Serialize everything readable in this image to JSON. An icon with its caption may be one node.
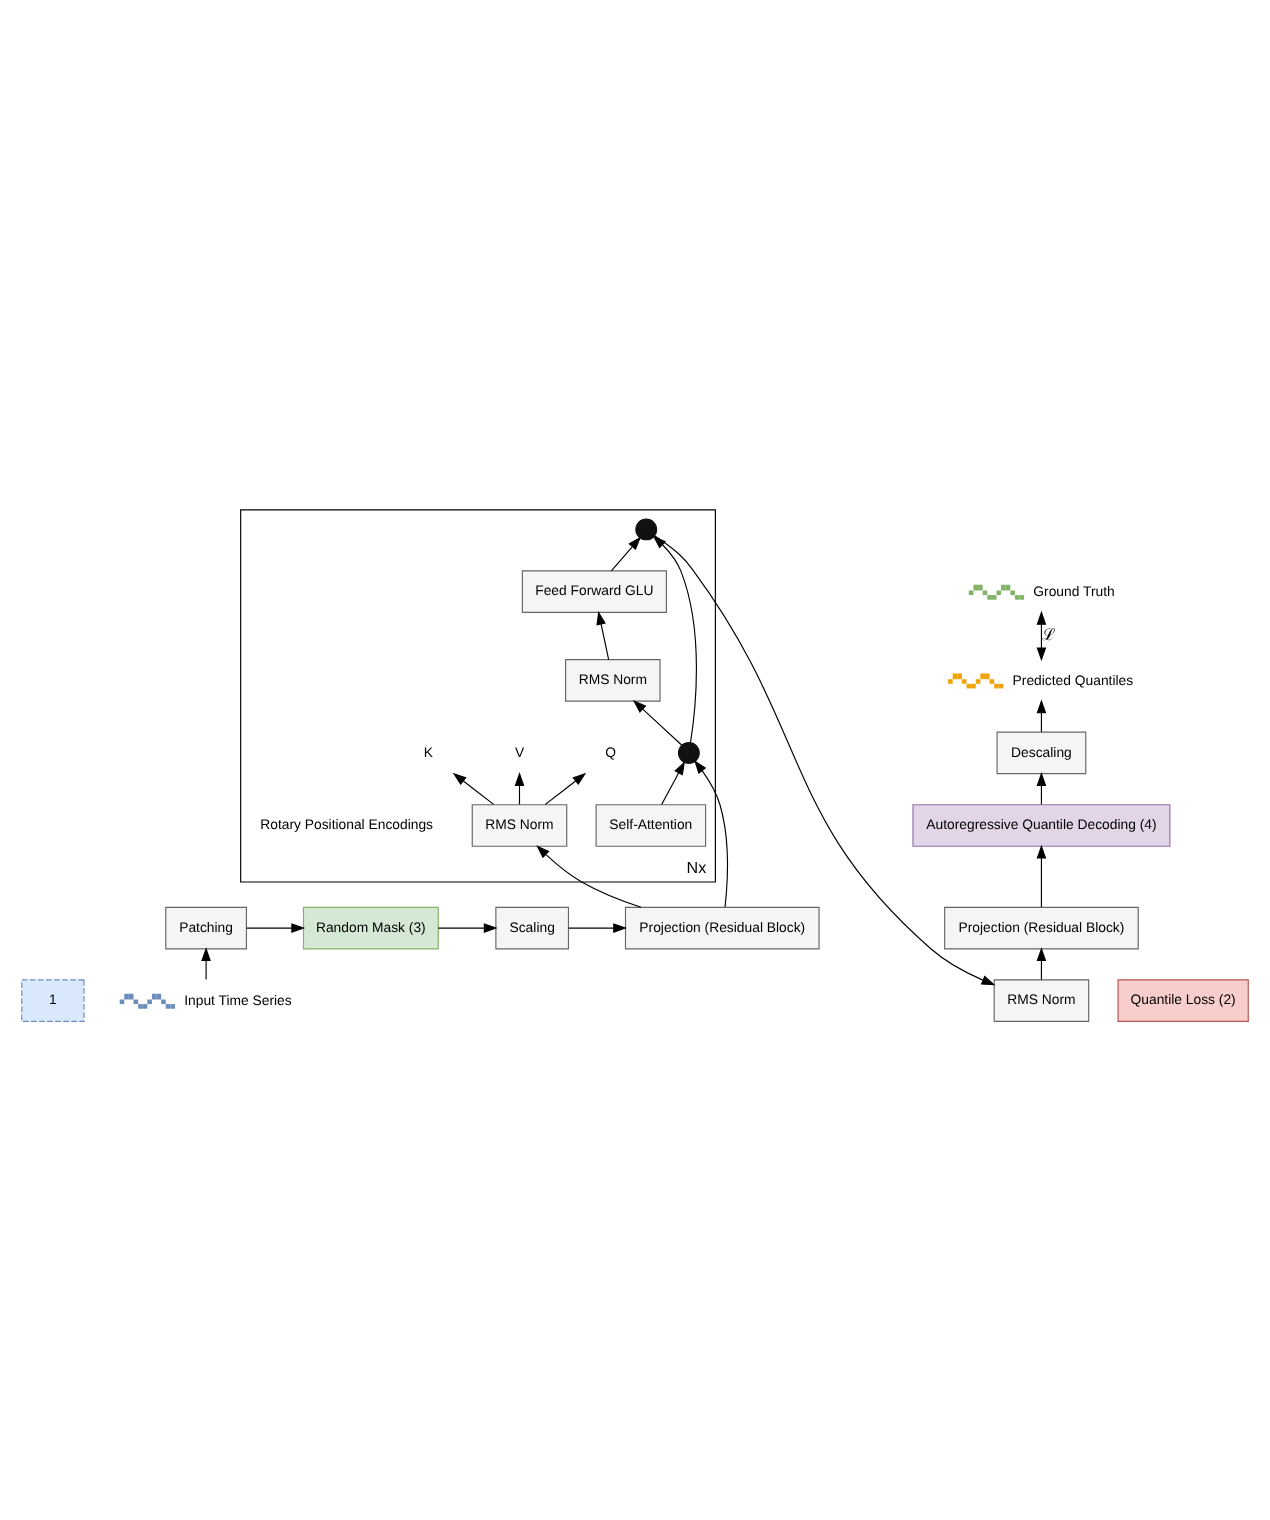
{
  "diagram": {
    "nodes": [
      {
        "text": [
          "1"
        ]
      },
      {
        "text": [
          "Patching"
        ]
      },
      {
        "text": [
          "Random Mask (3)"
        ]
      },
      {
        "text": [
          "Scaling"
        ]
      },
      {
        "text": [
          "Projection (Residual Block)"
        ]
      },
      {
        "text": [
          "Nx"
        ]
      },
      {
        "text": [
          "RMS Norm"
        ],
        "in": 5
      },
      {
        "text": [
          "Q"
        ],
        "in": 5
      },
      {
        "text": [
          "K"
        ],
        "in": 5
      },
      {
        "text": [
          "V"
        ],
        "in": 5
      },
      {
        "text": [
          "Self-Attention"
        ],
        "in": 5
      },
      {
        "text": [],
        "shape": "circle",
        "in": 5
      },
      {
        "text": [
          "RMS Norm"
        ],
        "in": 5
      },
      {
        "text": [
          "Feed Forward GLU"
        ],
        "in": 5
      },
      {
        "text": [],
        "shape": "circle",
        "in": 5
      },
      {
        "text": [
          "RMS Norm"
        ]
      },
      {
        "text": [
          "Projection (Residual Block)"
        ]
      },
      {
        "text": [
          "Autoregressive Quantile Decoding (4)"
        ]
      },
      {
        "text": [
          "Descaling"
        ]
      },
      {
        "text": [],
        "shape": "picture",
        "beside": [
          "Predicted Quantiles"
        ]
      },
      {
        "text": [
          "Quantile Loss (2)"
        ]
      },
      {
        "text": [],
        "shape": "picture",
        "beside": [
          "Ground Truth"
        ]
      },
      {
        "text": [],
        "shape": "picture",
        "beside": [
          "Input Time Series"
        ]
      }
    ],
    "edges": [
      {
        "from": 22,
        "to": 1,
        "arrow": "to"
      },
      {
        "from": 1,
        "to": 2,
        "arrow": "to"
      },
      {
        "from": 2,
        "to": 3,
        "arrow": "to"
      },
      {
        "from": 3,
        "to": 4,
        "arrow": "to"
      },
      {
        "from": 4,
        "to": 6,
        "arrow": "to"
      },
      {
        "from": 4,
        "to": 11,
        "arrow": "to"
      },
      {
        "from": 6,
        "to": 7,
        "arrow": "to"
      },
      {
        "from": 6,
        "to": 8,
        "arrow": "to"
      },
      {
        "from": 6,
        "to": 9,
        "arrow": "to"
      },
      {
        "from": 10,
        "to": 11,
        "arrow": "to"
      },
      {
        "from": 11,
        "to": 12,
        "arrow": "to"
      },
      {
        "from": 11,
        "to": 14,
        "arrow": "to"
      },
      {
        "from": 12,
        "to": 13,
        "arrow": "to"
      },
      {
        "from": 13,
        "to": 14,
        "arrow": "to"
      },
      {
        "from": 14,
        "to": 15,
        "arrow": "to"
      },
      {
        "from": 15,
        "to": 16,
        "arrow": "to"
      },
      {
        "from": 16,
        "to": 17,
        "arrow": "to"
      },
      {
        "from": 17,
        "to": 18,
        "arrow": "to"
      },
      {
        "from": 18,
        "to": 19,
        "arrow": "to"
      },
      {
        "from": 19,
        "to": 21,
        "arrow": "both",
        "label": "ℒ"
      }
    ],
    "labels": [
      "Rotary Positional Encodings"
    ]
  }
}
